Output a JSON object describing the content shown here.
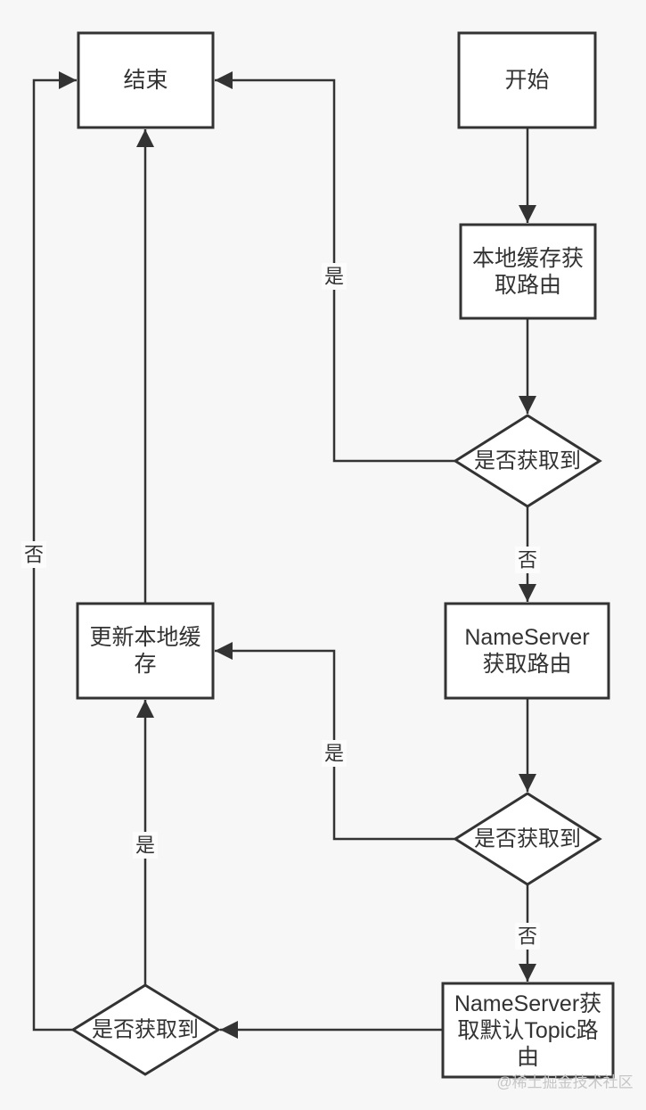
{
  "nodes": {
    "end": {
      "label": "结束"
    },
    "start": {
      "label": "开始"
    },
    "local_cache": {
      "line1": "本地缓存获",
      "line2": "取路由"
    },
    "decision1": {
      "label": "是否获取到"
    },
    "nameserver": {
      "line1": "NameServer",
      "line2": "获取路由"
    },
    "update_cache": {
      "line1": "更新本地缓",
      "line2": "存"
    },
    "decision2": {
      "label": "是否获取到"
    },
    "default_topic": {
      "line1": "NameServer获",
      "line2": "取默认Topic路",
      "line3": "由"
    },
    "decision3": {
      "label": "是否获取到"
    }
  },
  "edge_labels": {
    "yes1": "是",
    "no1": "否",
    "yes2": "是",
    "no2": "否",
    "yes3": "是",
    "no3": "否"
  },
  "edges": [
    {
      "from": "start",
      "to": "local_cache",
      "label": ""
    },
    {
      "from": "local_cache",
      "to": "decision1",
      "label": ""
    },
    {
      "from": "decision1",
      "to": "end",
      "label": "是"
    },
    {
      "from": "decision1",
      "to": "nameserver",
      "label": "否"
    },
    {
      "from": "nameserver",
      "to": "decision2",
      "label": ""
    },
    {
      "from": "decision2",
      "to": "update_cache",
      "label": "是"
    },
    {
      "from": "decision2",
      "to": "default_topic",
      "label": "否"
    },
    {
      "from": "default_topic",
      "to": "decision3",
      "label": ""
    },
    {
      "from": "decision3",
      "to": "update_cache",
      "label": "是"
    },
    {
      "from": "decision3",
      "to": "end",
      "label": "否"
    },
    {
      "from": "update_cache",
      "to": "end",
      "label": ""
    }
  ],
  "watermark": "@稀土掘金技术社区",
  "colors": {
    "line": "#333333",
    "node_fill": "#ffffff",
    "background": "#f7f7f7",
    "text": "#333333",
    "watermark": "#c6c6c6"
  }
}
